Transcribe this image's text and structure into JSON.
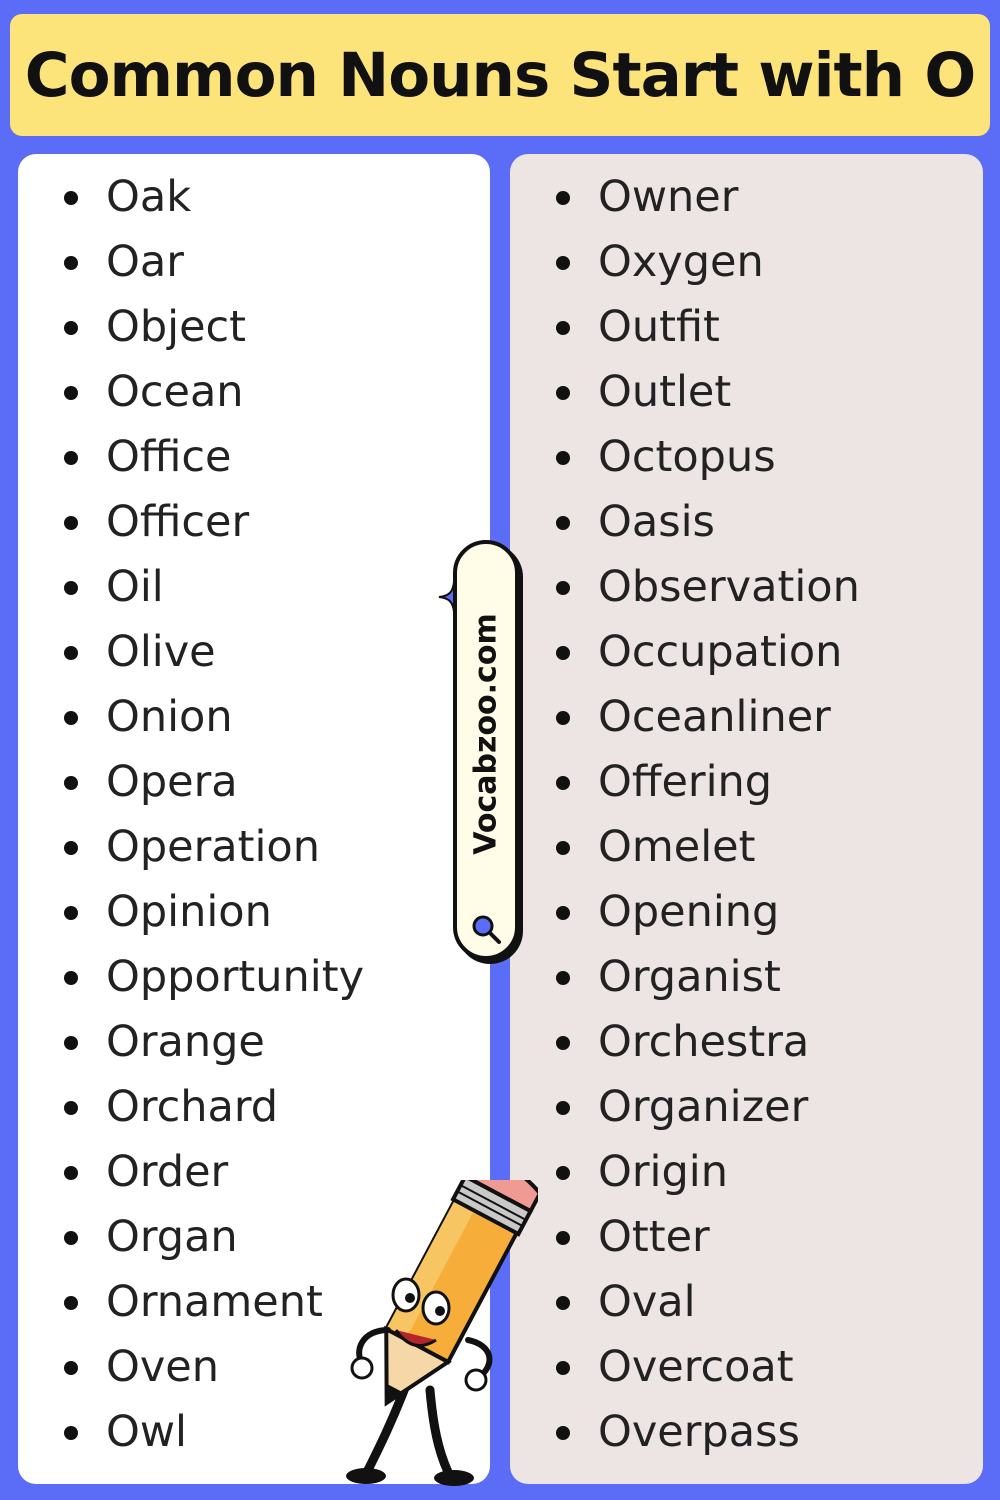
{
  "title": "Common Nouns Start with O",
  "watermark": "Vocabzoo.com",
  "left_words": [
    "Oak",
    "Oar",
    "Object",
    "Ocean",
    "Office",
    "Officer",
    "Oil",
    "Olive",
    "Onion",
    "Opera",
    "Operation",
    "Opinion",
    "Opportunity",
    "Orange",
    "Orchard",
    "Order",
    "Organ",
    "Ornament",
    "Oven",
    "Owl"
  ],
  "right_words": [
    "Owner",
    "Oxygen",
    "Outfit",
    "Outlet",
    "Octopus",
    "Oasis",
    "Observation",
    "Occupation",
    "Oceanliner",
    "Offering",
    "Omelet",
    "Opening",
    "Organist",
    "Orchestra",
    "Organizer",
    "Origin",
    "Otter",
    "Oval",
    "Overcoat",
    "Overpass"
  ],
  "colors": {
    "background": "#5b6cf7",
    "banner": "#fde47a",
    "left_panel": "#ffffff",
    "right_panel": "#ede4e4"
  },
  "icons": {
    "watermark_icon": "search-icon",
    "decoration": "sparkle-icon",
    "mascot": "pencil-mascot-icon"
  }
}
